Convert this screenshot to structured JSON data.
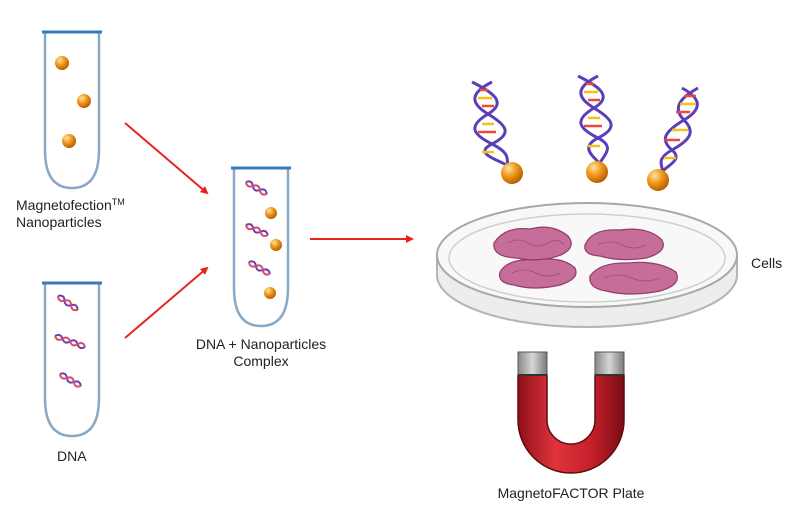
{
  "labels": {
    "nanoparticles_line1": "Magnetofection",
    "nanoparticles_tm": "TM",
    "nanoparticles_line2": "Nanoparticles",
    "dna": "DNA",
    "complex_line1": "DNA + Nanoparticles",
    "complex_line2": "Complex",
    "cells": "Cells",
    "plate": "MagnetoFACTOR Plate"
  },
  "colors": {
    "arrow": "#e8231f",
    "tube_rim": "#3a78b8",
    "tube_outline": "#8aa9c6",
    "particle": "#f08a10",
    "magnet": "#c8202a",
    "magnet_tip": "#a9a9a9",
    "cell": "#c76d9a",
    "dish": "#bdbdbd"
  }
}
